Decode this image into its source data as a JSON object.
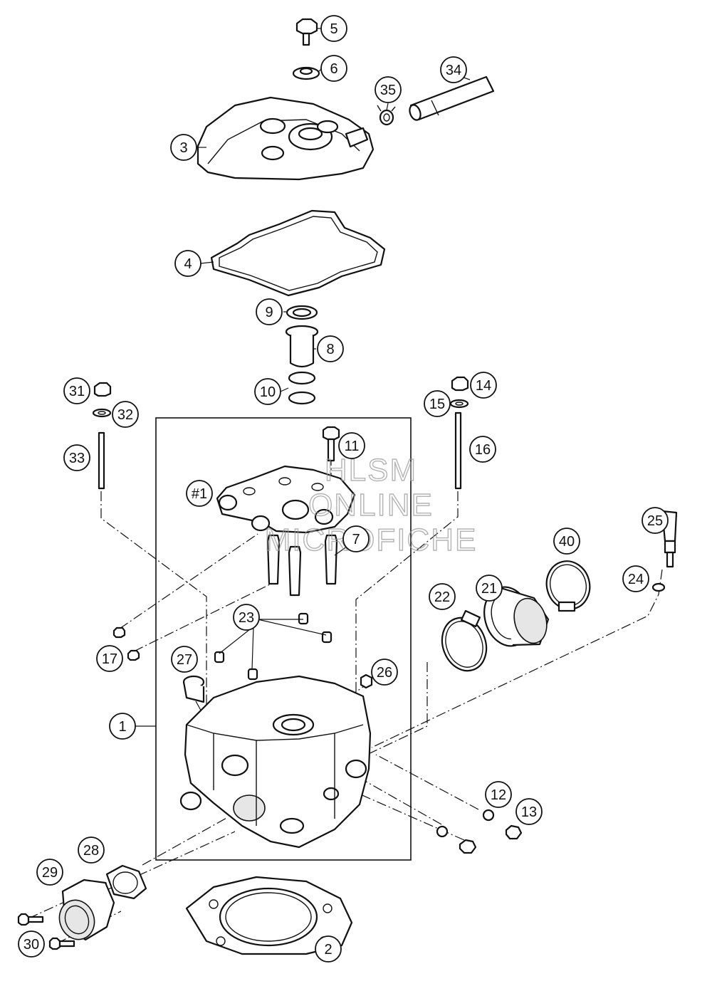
{
  "watermark": {
    "line1": "HLSM",
    "line2": "ONLINE",
    "line3": "MICROFICHE"
  },
  "callouts": [
    {
      "id": "c5",
      "label": "5"
    },
    {
      "id": "c6",
      "label": "6"
    },
    {
      "id": "c34",
      "label": "34"
    },
    {
      "id": "c35",
      "label": "35"
    },
    {
      "id": "c3",
      "label": "3"
    },
    {
      "id": "c4",
      "label": "4"
    },
    {
      "id": "c9",
      "label": "9"
    },
    {
      "id": "c8",
      "label": "8"
    },
    {
      "id": "c10",
      "label": "10"
    },
    {
      "id": "c31",
      "label": "31"
    },
    {
      "id": "c32",
      "label": "32"
    },
    {
      "id": "c33",
      "label": "33"
    },
    {
      "id": "c14",
      "label": "14"
    },
    {
      "id": "c15",
      "label": "15"
    },
    {
      "id": "c16",
      "label": "16"
    },
    {
      "id": "c11",
      "label": "11"
    },
    {
      "id": "c1hash",
      "label": "#1"
    },
    {
      "id": "c7",
      "label": "7"
    },
    {
      "id": "c25",
      "label": "25"
    },
    {
      "id": "c40",
      "label": "40"
    },
    {
      "id": "c21",
      "label": "21"
    },
    {
      "id": "c24",
      "label": "24"
    },
    {
      "id": "c22",
      "label": "22"
    },
    {
      "id": "c23",
      "label": "23"
    },
    {
      "id": "c17",
      "label": "17"
    },
    {
      "id": "c27",
      "label": "27"
    },
    {
      "id": "c26",
      "label": "26"
    },
    {
      "id": "c1",
      "label": "1"
    },
    {
      "id": "c12",
      "label": "12"
    },
    {
      "id": "c13",
      "label": "13"
    },
    {
      "id": "c28",
      "label": "28"
    },
    {
      "id": "c29",
      "label": "29"
    },
    {
      "id": "c30",
      "label": "30"
    },
    {
      "id": "c2",
      "label": "2"
    }
  ]
}
